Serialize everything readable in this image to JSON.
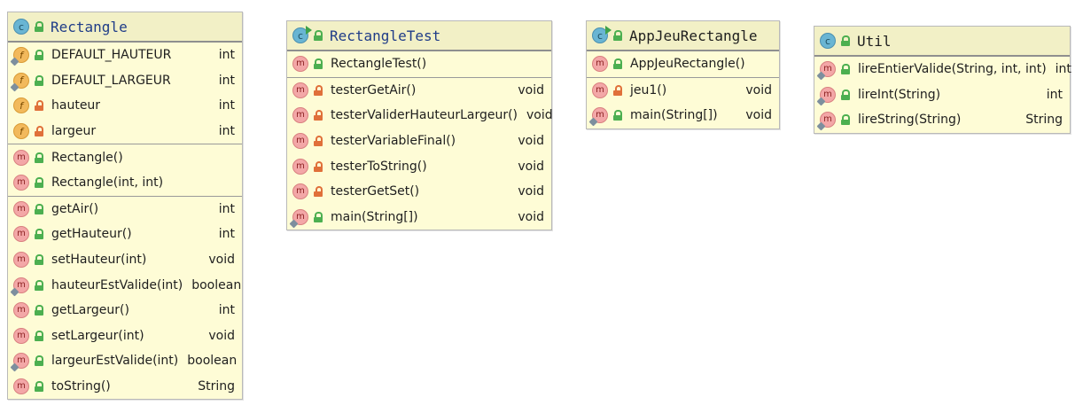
{
  "classes": [
    {
      "title": "Rectangle",
      "title_style": "blue",
      "runnable": false,
      "sections": [
        [
          {
            "kind": "field",
            "static": true,
            "visibility": "public",
            "name": "DEFAULT_HAUTEUR",
            "type": "int"
          },
          {
            "kind": "field",
            "static": true,
            "visibility": "public",
            "name": "DEFAULT_LARGEUR",
            "type": "int"
          },
          {
            "kind": "field",
            "static": false,
            "visibility": "private",
            "name": "hauteur",
            "type": "int"
          },
          {
            "kind": "field",
            "static": false,
            "visibility": "private",
            "name": "largeur",
            "type": "int"
          }
        ],
        [
          {
            "kind": "method",
            "static": false,
            "visibility": "public",
            "name": "Rectangle()",
            "type": ""
          },
          {
            "kind": "method",
            "static": false,
            "visibility": "public",
            "name": "Rectangle(int, int)",
            "type": ""
          }
        ],
        [
          {
            "kind": "method",
            "static": false,
            "visibility": "public",
            "name": "getAir()",
            "type": "int"
          },
          {
            "kind": "method",
            "static": false,
            "visibility": "public",
            "name": "getHauteur()",
            "type": "int"
          },
          {
            "kind": "method",
            "static": false,
            "visibility": "public",
            "name": "setHauteur(int)",
            "type": "void"
          },
          {
            "kind": "method",
            "static": true,
            "visibility": "public",
            "name": "hauteurEstValide(int)",
            "type": "boolean"
          },
          {
            "kind": "method",
            "static": false,
            "visibility": "public",
            "name": "getLargeur()",
            "type": "int"
          },
          {
            "kind": "method",
            "static": false,
            "visibility": "public",
            "name": "setLargeur(int)",
            "type": "void"
          },
          {
            "kind": "method",
            "static": true,
            "visibility": "public",
            "name": "largeurEstValide(int)",
            "type": "boolean"
          },
          {
            "kind": "method",
            "static": false,
            "visibility": "public",
            "name": "toString()",
            "type": "String"
          }
        ]
      ]
    },
    {
      "title": "RectangleTest",
      "title_style": "blue",
      "runnable": true,
      "sections": [
        [
          {
            "kind": "method",
            "static": false,
            "visibility": "public",
            "name": "RectangleTest()",
            "type": ""
          }
        ],
        [
          {
            "kind": "method",
            "static": false,
            "visibility": "private",
            "name": "testerGetAir()",
            "type": "void"
          },
          {
            "kind": "method",
            "static": false,
            "visibility": "private",
            "name": "testerValiderHauteurLargeur()",
            "type": "void"
          },
          {
            "kind": "method",
            "static": false,
            "visibility": "private",
            "name": "testerVariableFinal()",
            "type": "void"
          },
          {
            "kind": "method",
            "static": false,
            "visibility": "private",
            "name": "testerToString()",
            "type": "void"
          },
          {
            "kind": "method",
            "static": false,
            "visibility": "private",
            "name": "testerGetSet()",
            "type": "void"
          },
          {
            "kind": "method",
            "static": true,
            "visibility": "public",
            "name": "main(String[])",
            "type": "void"
          }
        ]
      ]
    },
    {
      "title": "AppJeuRectangle",
      "title_style": "plain",
      "runnable": true,
      "sections": [
        [
          {
            "kind": "method",
            "static": false,
            "visibility": "public",
            "name": "AppJeuRectangle()",
            "type": ""
          }
        ],
        [
          {
            "kind": "method",
            "static": false,
            "visibility": "private",
            "name": "jeu1()",
            "type": "void"
          },
          {
            "kind": "method",
            "static": true,
            "visibility": "public",
            "name": "main(String[])",
            "type": "void"
          }
        ]
      ]
    },
    {
      "title": "Util",
      "title_style": "plain",
      "runnable": false,
      "sections": [
        [
          {
            "kind": "method",
            "static": true,
            "visibility": "public",
            "name": "lireEntierValide(String, int, int)",
            "type": "int"
          },
          {
            "kind": "method",
            "static": true,
            "visibility": "public",
            "name": "lireInt(String)",
            "type": "int"
          },
          {
            "kind": "method",
            "static": true,
            "visibility": "public",
            "name": "lireString(String)",
            "type": "String"
          }
        ]
      ]
    }
  ],
  "icons": {
    "class_letter": "c",
    "field_letter": "f",
    "method_letter": "m"
  }
}
